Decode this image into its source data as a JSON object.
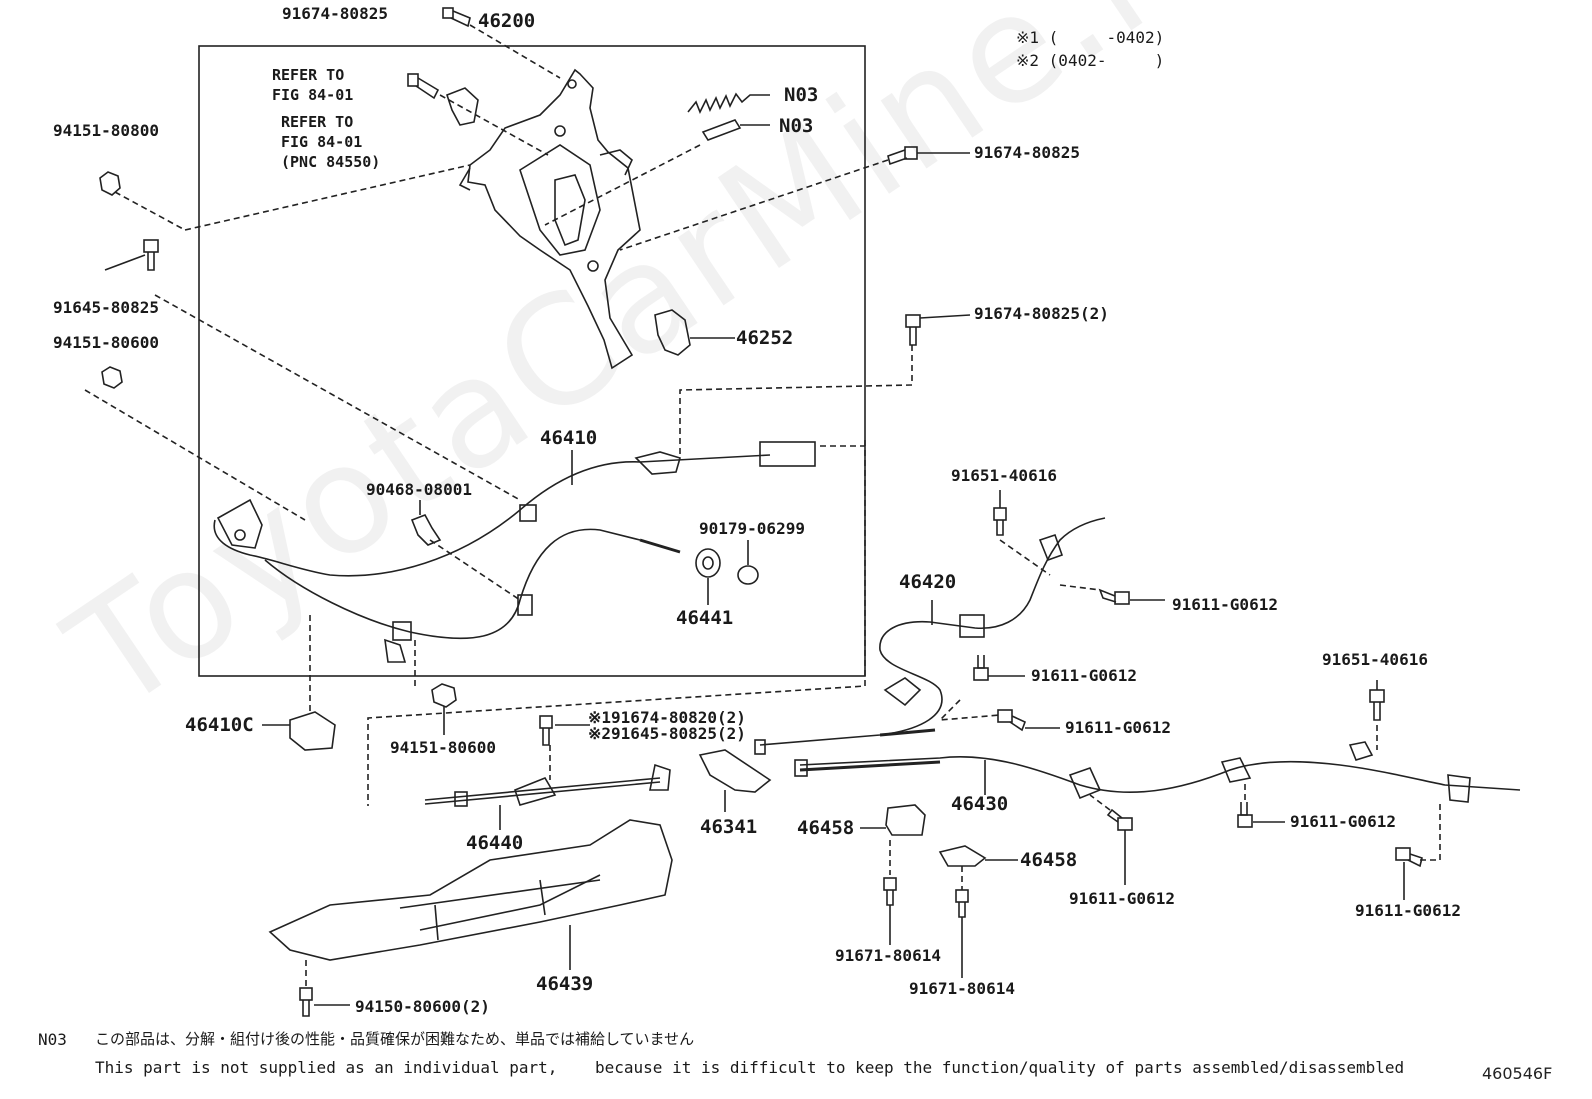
{
  "watermark": "ToyotaCarMine.ru",
  "diagram_id": "460546F",
  "legend": {
    "line1": "※1 (     -0402)",
    "line2": "※2 (0402-     )"
  },
  "labels": {
    "p91674_80825_top": "91674-80825",
    "p46200": "46200",
    "refer1": "REFER TO\nFIG 84-01",
    "refer2": "REFER TO\nFIG 84-01\n(PNC 84550)",
    "n03_a": "N03",
    "n03_b": "N03",
    "p91674_80825_right": "91674-80825",
    "p94151_80800": "94151-80800",
    "p91645_80825": "91645-80825",
    "p94151_80600_left": "94151-80600",
    "p46252": "46252",
    "p91674_80825_2": "91674-80825(2)",
    "p46410": "46410",
    "p90468_08001": "90468-08001",
    "p90179_06299": "90179-06299",
    "p46441": "46441",
    "p91651_40616_a": "91651-40616",
    "p46420": "46420",
    "p91611_G0612_a": "91611-G0612",
    "p91611_G0612_b": "91611-G0612",
    "p91611_G0612_c": "91611-G0612",
    "p91651_40616_b": "91651-40616",
    "p46410C": "46410C",
    "p94151_80600_mid": "94151-80600",
    "p91674_80820_2": "※191674-80820(2)",
    "p91645_80825_2": "※291645-80825(2)",
    "p46440": "46440",
    "p46341": "46341",
    "p46458_a": "46458",
    "p46430": "46430",
    "p46458_b": "46458",
    "p91611_G0612_d": "91611-G0612",
    "p91611_G0612_e": "91611-G0612",
    "p91611_G0612_f": "91611-G0612",
    "p46439": "46439",
    "p94150_80600_2": "94150-80600(2)",
    "p91671_80614_a": "91671-80614",
    "p91671_80614_b": "91671-80614"
  },
  "footnote": {
    "code": "N03",
    "jp": "この部品は、分解・組付け後の性能・品質確保が困難なため、単品では補給していません",
    "en_part1": "This part is not supplied as an individual part,",
    "en_part2": "because it is difficult to keep the function/quality of parts assembled/disassembled"
  }
}
